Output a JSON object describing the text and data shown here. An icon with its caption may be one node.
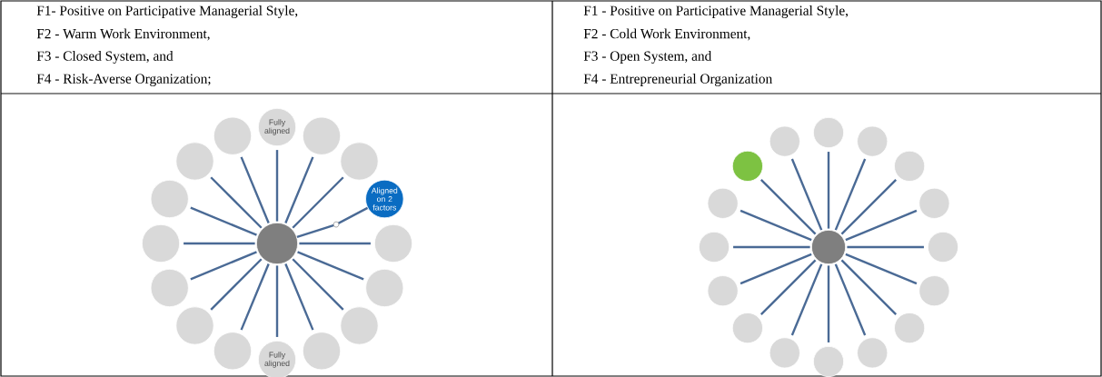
{
  "diagram": {
    "nodes": [
      {
        "text": [],
        "shape": "circle"
      },
      {
        "text": [
          "Fully aligned"
        ]
      },
      {
        "text": [],
        "shape": "circle"
      },
      {
        "text": [],
        "shape": "circle"
      },
      {
        "text": [
          "Aligned on 2 factors"
        ]
      },
      {
        "text": [],
        "shape": "circle"
      },
      {
        "text": [],
        "shape": "circle"
      },
      {
        "text": [],
        "shape": "circle"
      },
      {
        "text": [],
        "shape": "circle"
      },
      {
        "text": [
          "Fully aligned"
        ]
      },
      {
        "text": [],
        "shape": "circle"
      },
      {
        "text": [],
        "shape": "circle"
      },
      {
        "text": [],
        "shape": "circle"
      },
      {
        "text": [],
        "shape": "circle"
      },
      {
        "text": [],
        "shape": "circle"
      },
      {
        "text": [],
        "shape": "circle"
      },
      {
        "text": [],
        "shape": "circle"
      },
      {
        "text": [],
        "shape": "circle"
      },
      {
        "text": [],
        "shape": "circle"
      },
      {
        "text": [],
        "shape": "circle"
      },
      {
        "text": [],
        "shape": "circle"
      },
      {
        "text": [],
        "shape": "circle"
      },
      {
        "text": [],
        "shape": "circle"
      },
      {
        "text": [],
        "shape": "circle"
      },
      {
        "text": [],
        "shape": "circle"
      },
      {
        "text": [],
        "shape": "circle"
      },
      {
        "text": [],
        "shape": "circle"
      },
      {
        "text": [],
        "shape": "circle"
      },
      {
        "text": [],
        "shape": "circle"
      },
      {
        "text": [],
        "shape": "circle"
      },
      {
        "text": [],
        "shape": "circle"
      },
      {
        "text": [],
        "shape": "circle"
      },
      {
        "text": [],
        "shape": "circle"
      },
      {
        "text": [],
        "shape": "circle"
      }
    ],
    "edges": [
      {
        "from": 0,
        "to": 1,
        "arrow": "none"
      },
      {
        "from": 0,
        "to": 2,
        "arrow": "none"
      },
      {
        "from": 0,
        "to": 3,
        "arrow": "none"
      },
      {
        "from": 0,
        "to": 4,
        "arrow": "none"
      },
      {
        "from": 0,
        "to": 5,
        "arrow": "none"
      },
      {
        "from": 0,
        "to": 6,
        "arrow": "none"
      },
      {
        "from": 0,
        "to": 7,
        "arrow": "none"
      },
      {
        "from": 0,
        "to": 8,
        "arrow": "none"
      },
      {
        "from": 0,
        "to": 9,
        "arrow": "none"
      },
      {
        "from": 0,
        "to": 10,
        "arrow": "none"
      },
      {
        "from": 0,
        "to": 11,
        "arrow": "none"
      },
      {
        "from": 0,
        "to": 12,
        "arrow": "none"
      },
      {
        "from": 0,
        "to": 13,
        "arrow": "none"
      },
      {
        "from": 0,
        "to": 14,
        "arrow": "none"
      },
      {
        "from": 0,
        "to": 15,
        "arrow": "none"
      },
      {
        "from": 0,
        "to": 16,
        "arrow": "none"
      },
      {
        "from": 17,
        "to": 18,
        "arrow": "none"
      },
      {
        "from": 17,
        "to": 19,
        "arrow": "none"
      },
      {
        "from": 17,
        "to": 20,
        "arrow": "none"
      },
      {
        "from": 17,
        "to": 21,
        "arrow": "none"
      },
      {
        "from": 17,
        "to": 22,
        "arrow": "none"
      },
      {
        "from": 17,
        "to": 23,
        "arrow": "none"
      },
      {
        "from": 17,
        "to": 24,
        "arrow": "none"
      },
      {
        "from": 17,
        "to": 25,
        "arrow": "none"
      },
      {
        "from": 17,
        "to": 26,
        "arrow": "none"
      },
      {
        "from": 17,
        "to": 27,
        "arrow": "none"
      },
      {
        "from": 17,
        "to": 28,
        "arrow": "none"
      },
      {
        "from": 17,
        "to": 29,
        "arrow": "none"
      },
      {
        "from": 17,
        "to": 30,
        "arrow": "none"
      },
      {
        "from": 17,
        "to": 31,
        "arrow": "none"
      },
      {
        "from": 17,
        "to": 32,
        "arrow": "none"
      },
      {
        "from": 17,
        "to": 33,
        "arrow": "none"
      }
    ],
    "labels": [
      "F1- Positive on Participative Managerial Style,",
      "F1 - Positive on Participative Managerial Style,",
      "F2 - Warm Work Environment,",
      "F2 - Cold Work Environment,",
      "F3 - Closed System, and",
      "F3 - Open System, and",
      "F4 - Risk-Averse Organization;",
      "F4 - Entrepreneurial Organization"
    ]
  }
}
